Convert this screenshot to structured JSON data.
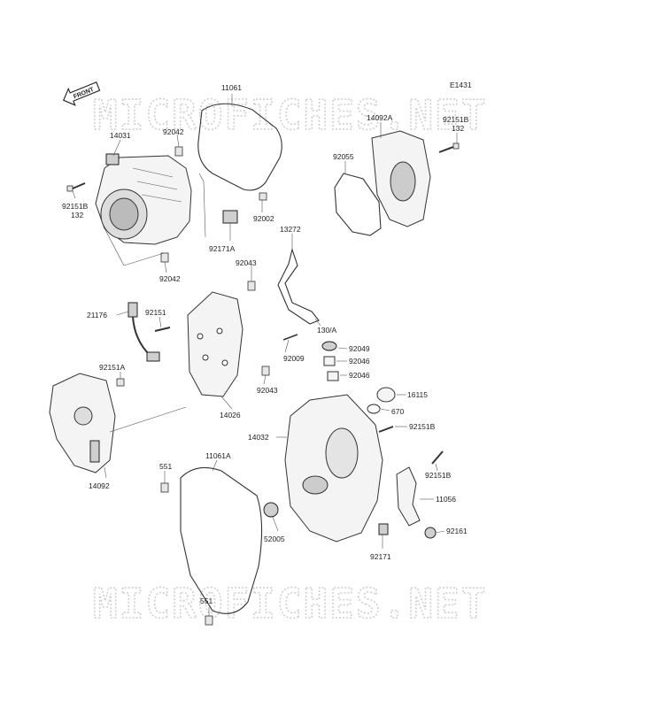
{
  "diagram_id": "E1431",
  "front_label": "FRONT",
  "watermark": "MICROFICHES.NET",
  "parts": [
    {
      "key": "p11061",
      "label": "11061"
    },
    {
      "key": "p14031",
      "label": "14031"
    },
    {
      "key": "p92042a",
      "label": "92042"
    },
    {
      "key": "p92151b_left",
      "label": "92151B"
    },
    {
      "key": "p132_left",
      "label": "132"
    },
    {
      "key": "p92002",
      "label": "92002"
    },
    {
      "key": "p92171a",
      "label": "92171A"
    },
    {
      "key": "p92042b",
      "label": "92042"
    },
    {
      "key": "p13272",
      "label": "13272"
    },
    {
      "key": "p92043a",
      "label": "92043"
    },
    {
      "key": "p92055",
      "label": "92055"
    },
    {
      "key": "p14092a",
      "label": "14092A"
    },
    {
      "key": "p92151b_right",
      "label": "92151B"
    },
    {
      "key": "p132_right",
      "label": "132"
    },
    {
      "key": "p21176",
      "label": "21176"
    },
    {
      "key": "p92151",
      "label": "92151"
    },
    {
      "key": "p130a",
      "label": "130/A"
    },
    {
      "key": "p92151a",
      "label": "92151A"
    },
    {
      "key": "p92009",
      "label": "92009"
    },
    {
      "key": "p92049",
      "label": "92049"
    },
    {
      "key": "p92046a",
      "label": "92046"
    },
    {
      "key": "p92046b",
      "label": "92046"
    },
    {
      "key": "p92043b",
      "label": "92043"
    },
    {
      "key": "p16115",
      "label": "16115"
    },
    {
      "key": "p670",
      "label": "670"
    },
    {
      "key": "p14026",
      "label": "14026"
    },
    {
      "key": "p14032",
      "label": "14032"
    },
    {
      "key": "p92151b_mid",
      "label": "92151B"
    },
    {
      "key": "p14092",
      "label": "14092"
    },
    {
      "key": "p11061a",
      "label": "11061A"
    },
    {
      "key": "p551a",
      "label": "551"
    },
    {
      "key": "p92151b_low",
      "label": "92151B"
    },
    {
      "key": "p11056",
      "label": "11056"
    },
    {
      "key": "p52005",
      "label": "52005"
    },
    {
      "key": "p92161",
      "label": "92161"
    },
    {
      "key": "p92171",
      "label": "92171"
    },
    {
      "key": "p551b",
      "label": "551"
    }
  ]
}
